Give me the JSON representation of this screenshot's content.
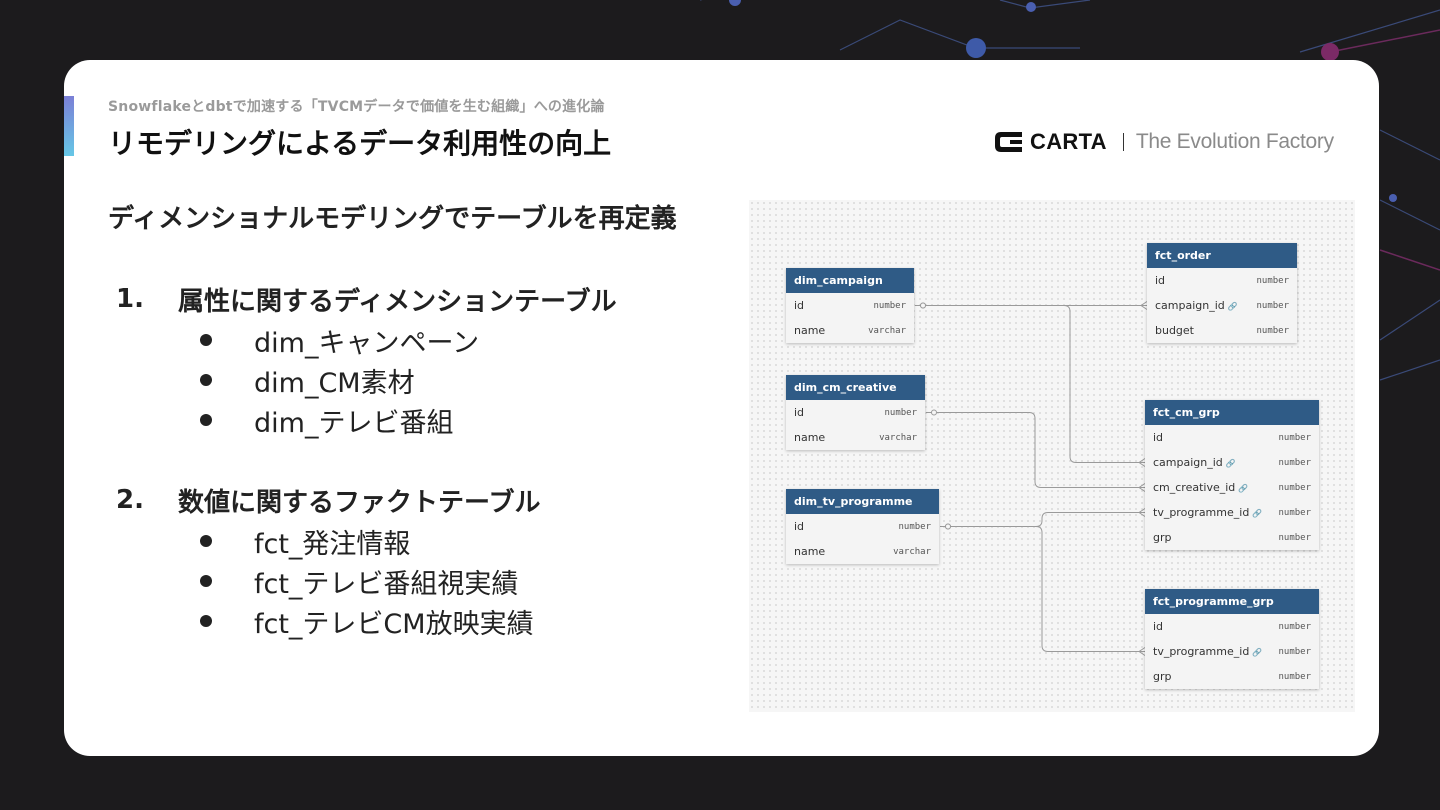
{
  "slide": {
    "subtitle": "Snowflakeとdbtで加速する「TVCMデータで価値を生む組織」への進化論",
    "title": "リモデリングによるデータ利用性の向上"
  },
  "logo": {
    "name": "CARTA",
    "tagline": "The Evolution Factory"
  },
  "content": {
    "heading": "ディメンショナルモデリングでテーブルを再定義",
    "lists": [
      {
        "number": "1.",
        "title": "属性に関するディメンションテーブル",
        "items": [
          "dim_キャンペーン",
          "dim_CM素材",
          "dim_テレビ番組"
        ]
      },
      {
        "number": "2.",
        "title": "数値に関するファクトテーブル",
        "items": [
          "fct_発注情報",
          "fct_テレビ番組視実績",
          "fct_テレビCM放映実績"
        ]
      }
    ]
  },
  "diagram": {
    "fk_icon": "link-icon",
    "tables": {
      "dim_campaign": {
        "name": "dim_campaign",
        "rows": [
          {
            "col": "id",
            "type": "number",
            "fk": false
          },
          {
            "col": "name",
            "type": "varchar",
            "fk": false
          }
        ]
      },
      "dim_cm_creative": {
        "name": "dim_cm_creative",
        "rows": [
          {
            "col": "id",
            "type": "number",
            "fk": false
          },
          {
            "col": "name",
            "type": "varchar",
            "fk": false
          }
        ]
      },
      "dim_tv_programme": {
        "name": "dim_tv_programme",
        "rows": [
          {
            "col": "id",
            "type": "number",
            "fk": false
          },
          {
            "col": "name",
            "type": "varchar",
            "fk": false
          }
        ]
      },
      "fct_order": {
        "name": "fct_order",
        "rows": [
          {
            "col": "id",
            "type": "number",
            "fk": false
          },
          {
            "col": "campaign_id",
            "type": "number",
            "fk": true
          },
          {
            "col": "budget",
            "type": "number",
            "fk": false
          }
        ]
      },
      "fct_cm_grp": {
        "name": "fct_cm_grp",
        "rows": [
          {
            "col": "id",
            "type": "number",
            "fk": false
          },
          {
            "col": "campaign_id",
            "type": "number",
            "fk": true
          },
          {
            "col": "cm_creative_id",
            "type": "number",
            "fk": true
          },
          {
            "col": "tv_programme_id",
            "type": "number",
            "fk": true
          },
          {
            "col": "grp",
            "type": "number",
            "fk": false
          }
        ]
      },
      "fct_programme_grp": {
        "name": "fct_programme_grp",
        "rows": [
          {
            "col": "id",
            "type": "number",
            "fk": false
          },
          {
            "col": "tv_programme_id",
            "type": "number",
            "fk": true
          },
          {
            "col": "grp",
            "type": "number",
            "fk": false
          }
        ]
      }
    },
    "relations": [
      {
        "from": "dim_campaign.id",
        "to": "fct_order.campaign_id"
      },
      {
        "from": "dim_campaign.id",
        "to": "fct_cm_grp.campaign_id"
      },
      {
        "from": "dim_cm_creative.id",
        "to": "fct_cm_grp.cm_creative_id"
      },
      {
        "from": "dim_tv_programme.id",
        "to": "fct_cm_grp.tv_programme_id"
      },
      {
        "from": "dim_tv_programme.id",
        "to": "fct_programme_grp.tv_programme_id"
      }
    ]
  }
}
